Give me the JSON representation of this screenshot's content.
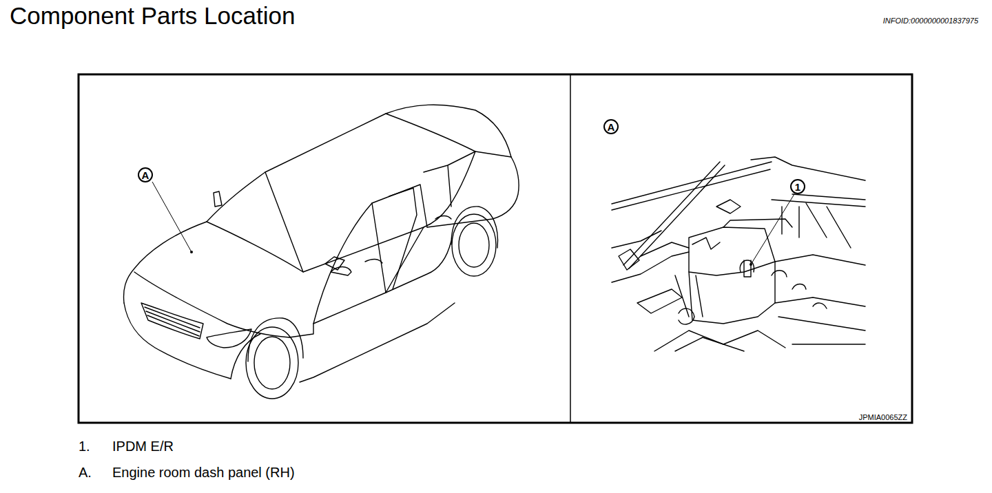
{
  "diagram": {
    "title": "Component Parts Location",
    "nodes": [
      {
        "text": [
          "A"
        ]
      },
      {
        "text": [
          "A"
        ]
      },
      {
        "text": [
          "1"
        ]
      }
    ],
    "labels": [
      "INFOID:0000000001837975",
      "JPMIA0065ZZ",
      "1.",
      "IPDM E/R",
      "A.",
      "Engine room dash panel (RH)"
    ]
  }
}
